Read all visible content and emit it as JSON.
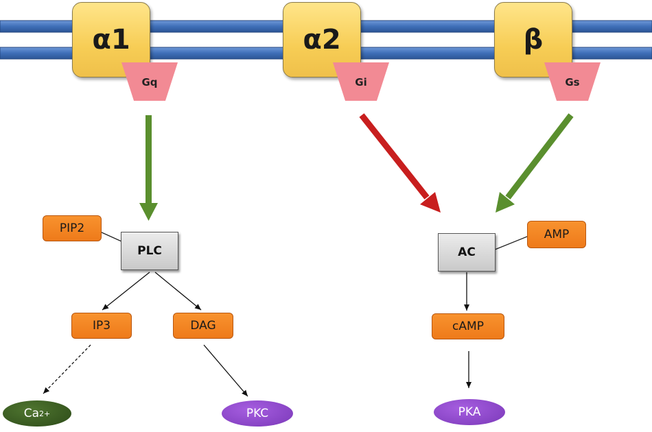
{
  "receptors": {
    "alpha1": "α1",
    "alpha2": "α2",
    "beta": "β"
  },
  "g_proteins": {
    "gq": "Gq",
    "gi": "Gi",
    "gs": "Gs"
  },
  "enzymes": {
    "plc": "PLC",
    "ac": "AC"
  },
  "messengers": {
    "pip2": "PIP2",
    "amp": "AMP",
    "ip3": "IP3",
    "dag": "DAG",
    "camp": "cAMP"
  },
  "effectors": {
    "ca_base": "Ca",
    "ca_charge": "2+",
    "pkc": "PKC",
    "pka": "PKA"
  },
  "colors": {
    "membrane": "#3f6fb8",
    "receptor": "#f7cd55",
    "g_protein": "#f28a94",
    "stimulatory_arrow": "#5a8f2e",
    "inhibitory_arrow": "#c81e1e",
    "messenger": "#f08426",
    "enzyme": "#d0d0d0",
    "calcium": "#3a5a22",
    "kinase": "#8e44c9"
  }
}
